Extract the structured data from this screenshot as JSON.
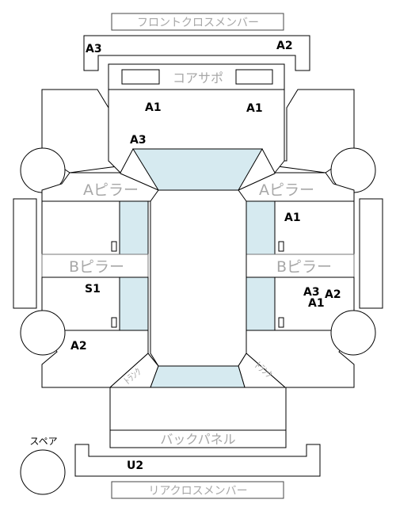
{
  "parts": {
    "front_cross_member": "フロントクロスメンバー",
    "core_support": "コアサポ",
    "a_pillar_left": "Aピラー",
    "a_pillar_right": "Aピラー",
    "b_pillar_left": "Bピラー",
    "b_pillar_right": "Bピラー",
    "back_panel": "バックパネル",
    "rear_cross_member": "リアクロスメンバー",
    "trunk_left": "ﾄﾗﾝｸ",
    "trunk_right": "ﾄﾗﾝｸ",
    "spare": "スペア"
  },
  "codes": {
    "front_cross_left": "A3",
    "front_cross_right": "A2",
    "hood_left": "A1",
    "hood_right": "A1",
    "windshield": "A3",
    "right_front_door": "A1",
    "left_rear_door": "S1",
    "right_rear_door_a3": "A3",
    "right_rear_door_a2": "A2",
    "right_rear_door_a1": "A1",
    "left_rear_fender": "A2",
    "rear_cross": "U2"
  },
  "colors": {
    "glass": "#d6eaf0",
    "label_gray": "#a7a7a7",
    "outline": "#000000"
  }
}
